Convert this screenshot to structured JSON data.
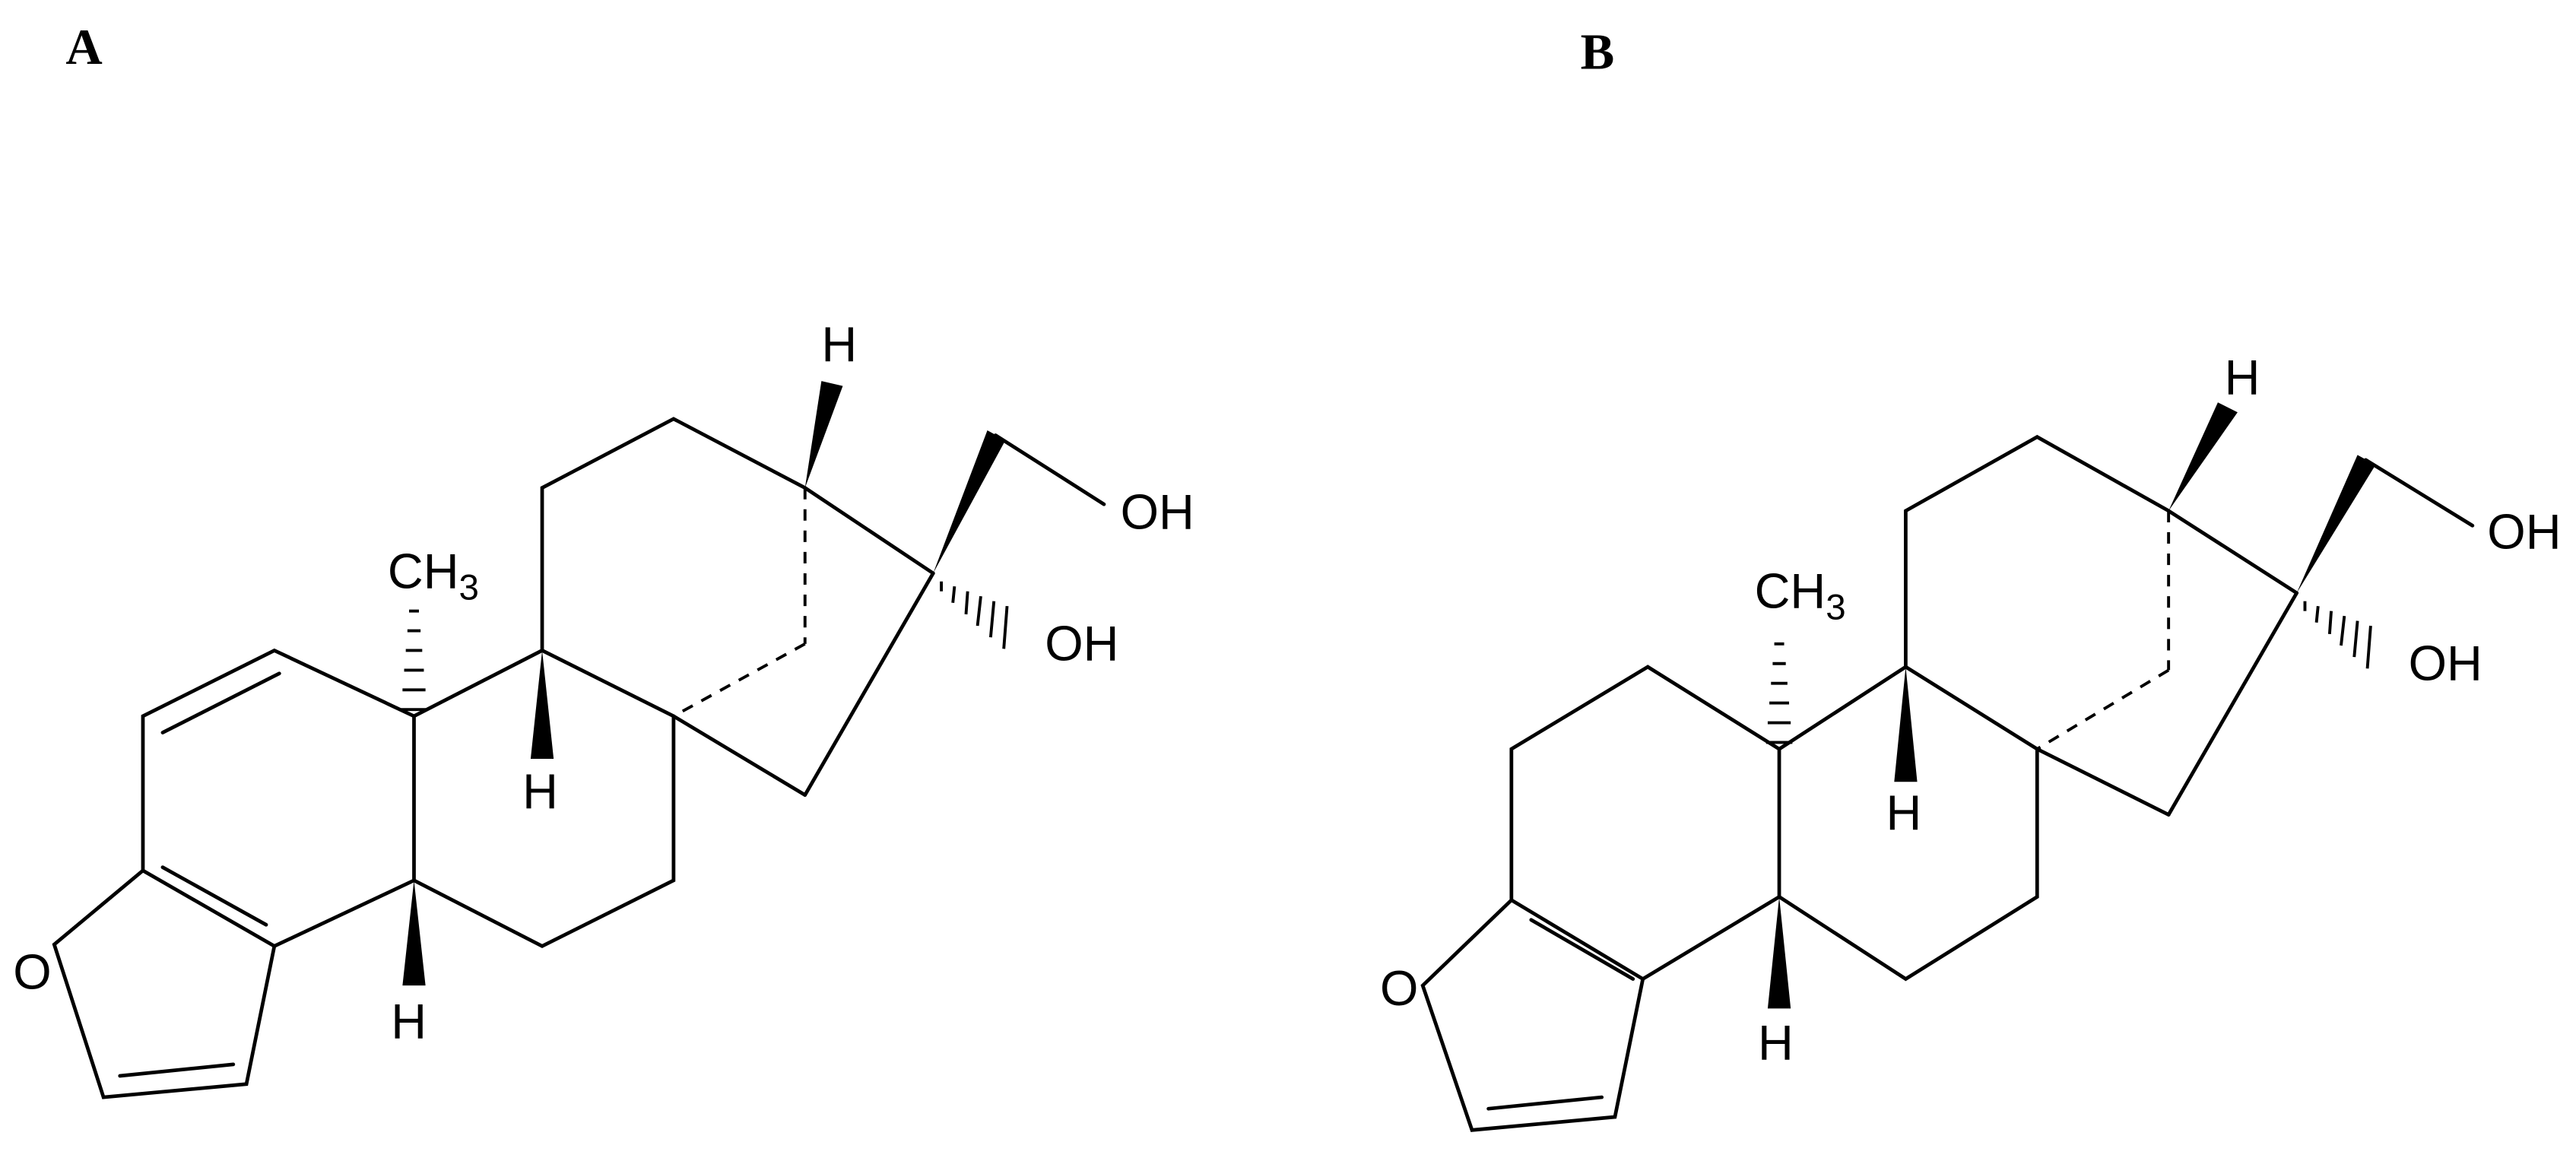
{
  "figure": {
    "panels": [
      {
        "letter": "A",
        "labels": {
          "ch3": "CH3",
          "oh_top": "OH",
          "oh_side": "OH",
          "h_top": "H",
          "h_mid": "H",
          "h_low": "H",
          "o_furan": "O"
        }
      },
      {
        "letter": "B",
        "labels": {
          "ch3": "CH3",
          "oh_top": "OH",
          "oh_side": "OH",
          "h_top": "H",
          "h_mid": "H",
          "h_low": "H",
          "o_furan": "O"
        }
      }
    ]
  }
}
